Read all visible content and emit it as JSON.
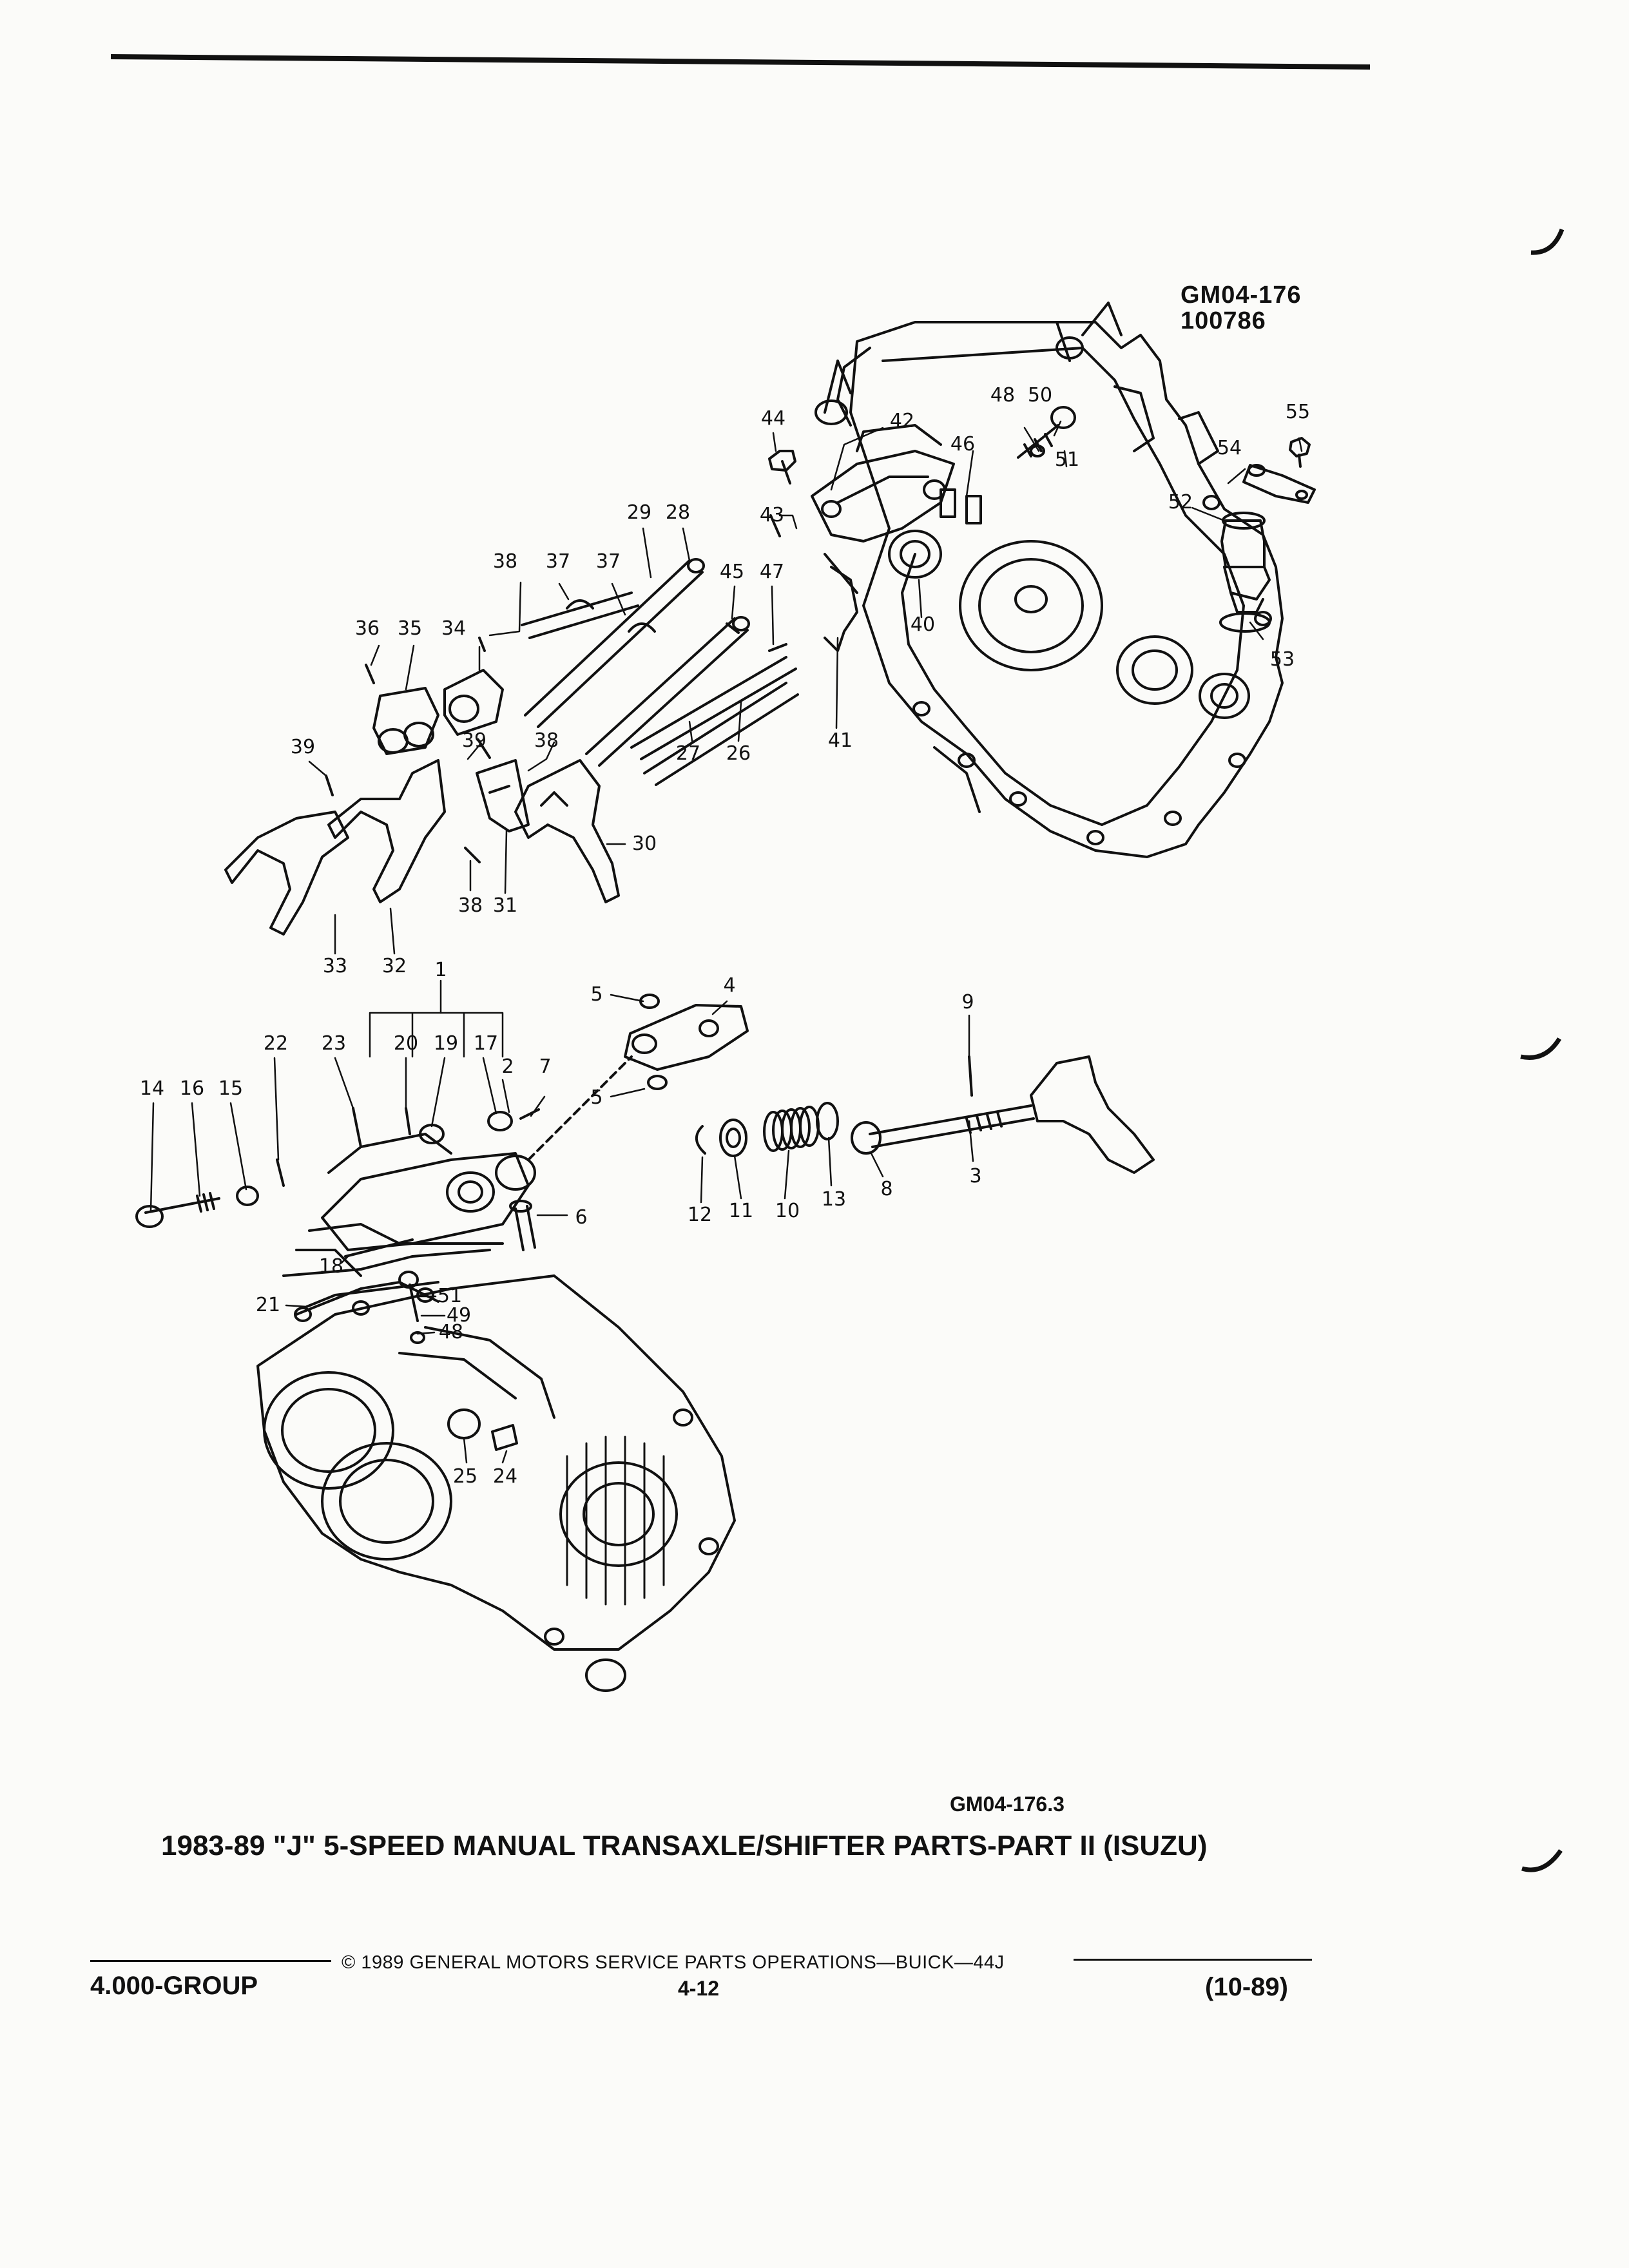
{
  "figure": {
    "code_line1": "GM04-176",
    "code_line2": "100786",
    "ref_code": "GM04-176.3",
    "caption": "1983-89 \"J\" 5-SPEED MANUAL TRANSAXLE/SHIFTER PARTS-PART II (ISUZU)"
  },
  "callouts": [
    {
      "id": "c1",
      "text": "1"
    },
    {
      "id": "c2",
      "text": "2"
    },
    {
      "id": "c3",
      "text": "3"
    },
    {
      "id": "c4",
      "text": "4"
    },
    {
      "id": "c5a",
      "text": "5"
    },
    {
      "id": "c5b",
      "text": "5"
    },
    {
      "id": "c6",
      "text": "6"
    },
    {
      "id": "c7",
      "text": "7"
    },
    {
      "id": "c8",
      "text": "8"
    },
    {
      "id": "c9",
      "text": "9"
    },
    {
      "id": "c10",
      "text": "10"
    },
    {
      "id": "c11",
      "text": "11"
    },
    {
      "id": "c12",
      "text": "12"
    },
    {
      "id": "c13",
      "text": "13"
    },
    {
      "id": "c14",
      "text": "14"
    },
    {
      "id": "c15",
      "text": "15"
    },
    {
      "id": "c16",
      "text": "16"
    },
    {
      "id": "c17",
      "text": "17"
    },
    {
      "id": "c18",
      "text": "18"
    },
    {
      "id": "c19",
      "text": "19"
    },
    {
      "id": "c20",
      "text": "20"
    },
    {
      "id": "c21",
      "text": "21"
    },
    {
      "id": "c22",
      "text": "22"
    },
    {
      "id": "c23",
      "text": "23"
    },
    {
      "id": "c24",
      "text": "24"
    },
    {
      "id": "c25",
      "text": "25"
    },
    {
      "id": "c26",
      "text": "26"
    },
    {
      "id": "c27",
      "text": "27"
    },
    {
      "id": "c28",
      "text": "28"
    },
    {
      "id": "c29",
      "text": "29"
    },
    {
      "id": "c30",
      "text": "30"
    },
    {
      "id": "c31",
      "text": "31"
    },
    {
      "id": "c32",
      "text": "32"
    },
    {
      "id": "c33",
      "text": "33"
    },
    {
      "id": "c34",
      "text": "34"
    },
    {
      "id": "c35",
      "text": "35"
    },
    {
      "id": "c36",
      "text": "36"
    },
    {
      "id": "c37a",
      "text": "37"
    },
    {
      "id": "c37b",
      "text": "37"
    },
    {
      "id": "c38a",
      "text": "38"
    },
    {
      "id": "c38b",
      "text": "38"
    },
    {
      "id": "c38c",
      "text": "38"
    },
    {
      "id": "c39a",
      "text": "39"
    },
    {
      "id": "c39b",
      "text": "39"
    },
    {
      "id": "c40",
      "text": "40"
    },
    {
      "id": "c41",
      "text": "41"
    },
    {
      "id": "c42",
      "text": "42"
    },
    {
      "id": "c43",
      "text": "43"
    },
    {
      "id": "c44",
      "text": "44"
    },
    {
      "id": "c45",
      "text": "45"
    },
    {
      "id": "c46",
      "text": "46"
    },
    {
      "id": "c47",
      "text": "47"
    },
    {
      "id": "c48a",
      "text": "48"
    },
    {
      "id": "c48b",
      "text": "48"
    },
    {
      "id": "c49",
      "text": "49"
    },
    {
      "id": "c50",
      "text": "50"
    },
    {
      "id": "c51a",
      "text": "51"
    },
    {
      "id": "c51b",
      "text": "51"
    },
    {
      "id": "c52",
      "text": "52"
    },
    {
      "id": "c53",
      "text": "53"
    },
    {
      "id": "c54",
      "text": "54"
    },
    {
      "id": "c55",
      "text": "55"
    }
  ],
  "footer": {
    "copyright": "© 1989 GENERAL MOTORS SERVICE PARTS OPERATIONS—BUICK—44J",
    "group": "4.000-GROUP",
    "page": "4-12",
    "revision": "(10-89)"
  }
}
